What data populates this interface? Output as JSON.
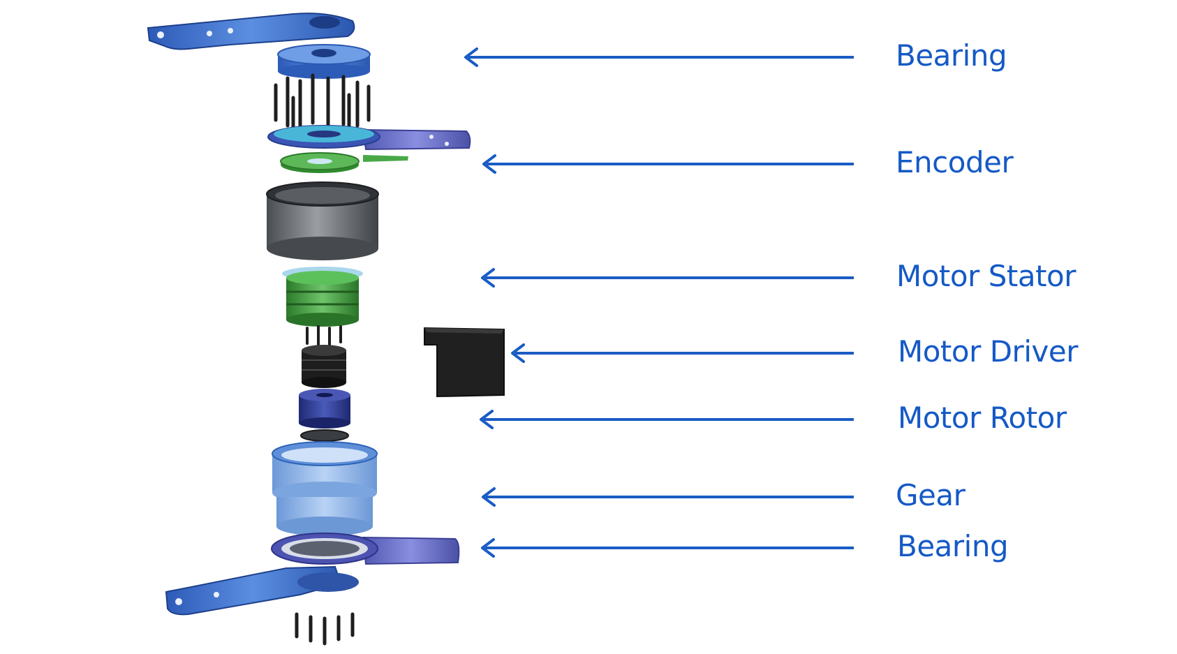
{
  "colors": {
    "label": "#1559c6",
    "arrow": "#1a5cc4",
    "blue_metal": "#3f71c9",
    "blue_light": "#8fb6ea",
    "green": "#3f9a3c",
    "gray_steel": "#6f7479",
    "dark": "#222222",
    "navy": "#2b3a8f",
    "purple": "#6f6fc7"
  },
  "labels": [
    {
      "key": "bearing-top",
      "text": "Bearing"
    },
    {
      "key": "encoder",
      "text": "Encoder"
    },
    {
      "key": "motor-stator",
      "text": "Motor Stator"
    },
    {
      "key": "motor-driver",
      "text": "Motor Driver"
    },
    {
      "key": "motor-rotor",
      "text": "Motor Rotor"
    },
    {
      "key": "gear",
      "text": "Gear"
    },
    {
      "key": "bearing-bottom",
      "text": "Bearing"
    }
  ]
}
